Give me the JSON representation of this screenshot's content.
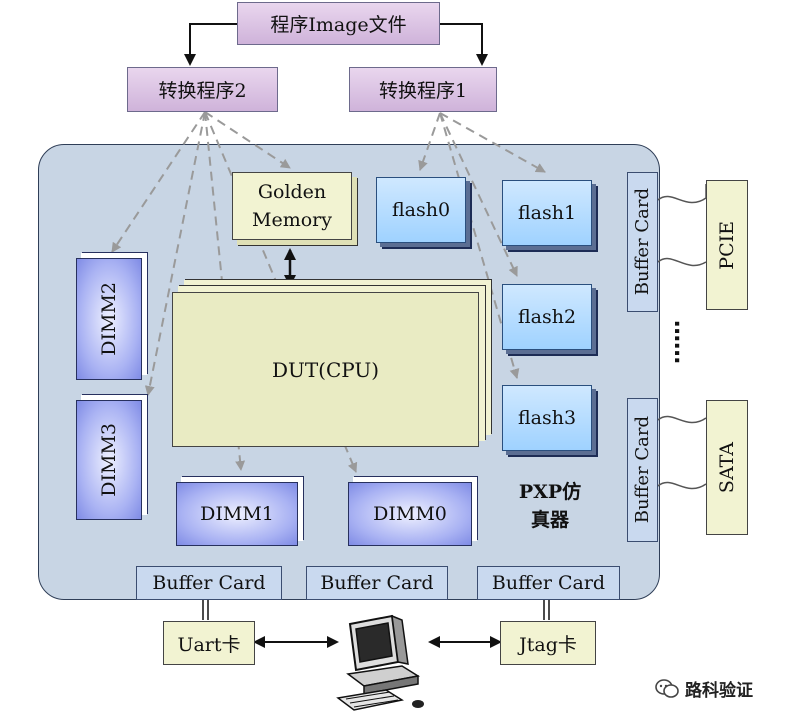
{
  "image_file": "程序Image文件",
  "converters": {
    "program2": "转换程序2",
    "program1": "转换程序1"
  },
  "golden_memory": {
    "line1": "Golden",
    "line2": "Memory"
  },
  "dut": "DUT(CPU)",
  "flash": [
    "flash0",
    "flash1",
    "flash2",
    "flash3"
  ],
  "dimm": {
    "dimm0": "DIMM0",
    "dimm1": "DIMM1",
    "dimm2": "DIMM2",
    "dimm3": "DIMM3"
  },
  "emulator": {
    "line1": "PXP仿",
    "line2": "真器"
  },
  "buffer_card": "Buffer Card",
  "interfaces": {
    "pcie": "PCIE",
    "sata": "SATA",
    "ellipsis": "……"
  },
  "debug_cards": {
    "uart": "Uart卡",
    "jtag": "Jtag卡"
  },
  "watermark": "路科验证",
  "colors": {
    "dashed_arrow": "#9a9a9a",
    "board": "#c8d5e4",
    "dimm": "#8a95ea",
    "flash": "#a9d8ff"
  }
}
